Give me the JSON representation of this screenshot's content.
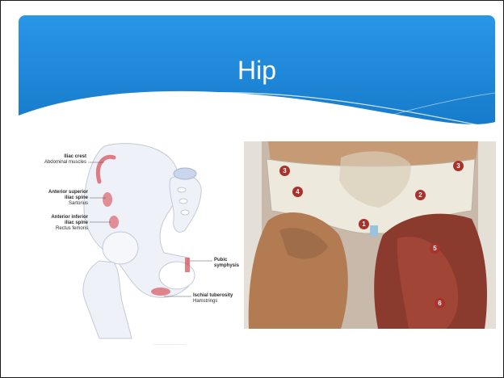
{
  "slide": {
    "title": "Hip"
  },
  "pelvis_labels": {
    "iliac_crest": {
      "name": "Iliac crest",
      "muscle": "Abdominal muscles"
    },
    "asis": {
      "name_line1": "Anterior superior",
      "name_line2": "iliac spine",
      "muscle": "Sartorius"
    },
    "aiis": {
      "name_line1": "Anterior inferior",
      "name_line2": "iliac spine",
      "muscle": "Rectus femoris"
    },
    "pubic": {
      "line1": "Pubic",
      "line2": "symphysis"
    },
    "ischial": {
      "name": "Ischial tuberosity",
      "muscle": "Hamstrings"
    }
  },
  "photo_markers": [
    "3",
    "4",
    "1",
    "2",
    "3",
    "5",
    "6"
  ],
  "colors": {
    "header_blue": "#1e88d8",
    "marker_red": "#a8322c",
    "highlight_red": "#d63b45"
  }
}
